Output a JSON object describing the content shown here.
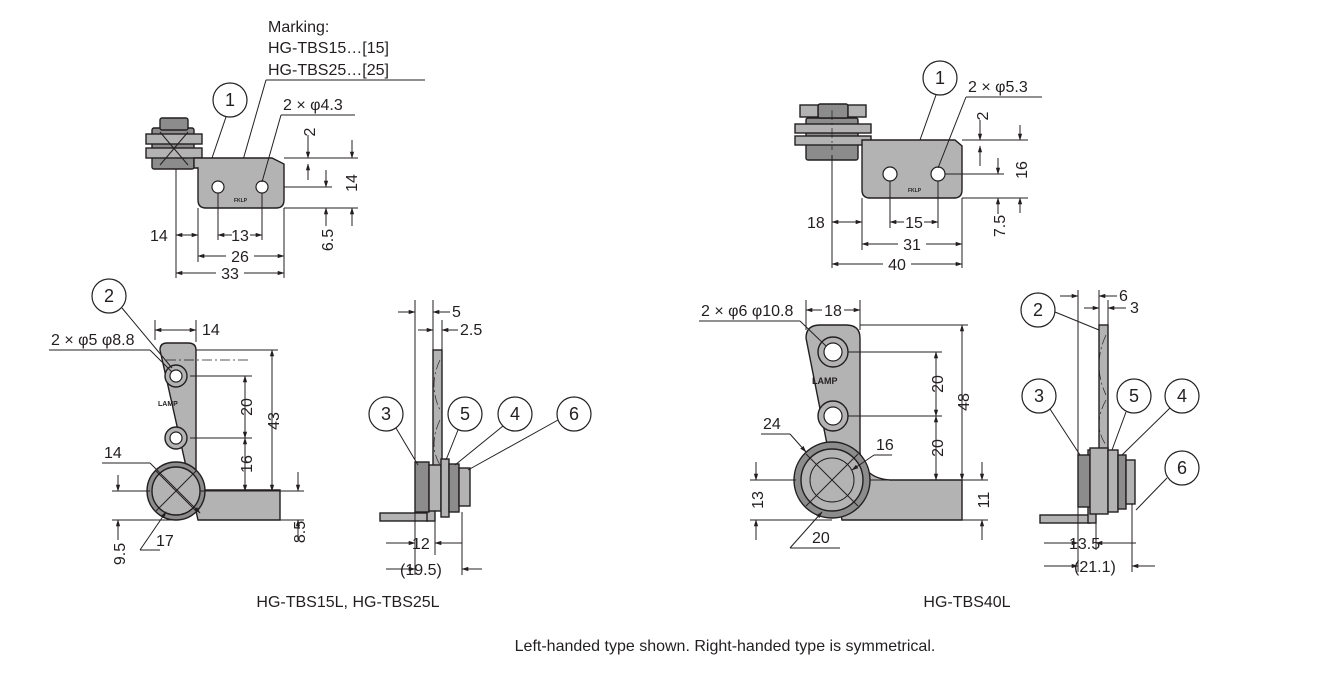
{
  "marking": {
    "title": "Marking:",
    "line1": "HG-TBS15…[15]",
    "line2": "HG-TBS25…[25]"
  },
  "small_top": {
    "callout": "1",
    "holes": "2 × φ4.3",
    "dims": {
      "d2": "2",
      "d14v": "14",
      "d65": "6.5",
      "d14h": "14",
      "d13": "13",
      "d26": "26",
      "d33": "33"
    }
  },
  "small_front": {
    "callout": "2",
    "holes": "2 × φ5 φ8.8",
    "dims": {
      "d14top": "14",
      "d20": "20",
      "d43": "43",
      "d16": "16",
      "d14r": "14",
      "d17": "17",
      "d95": "9.5",
      "d85": "8.5"
    }
  },
  "small_side": {
    "callouts": [
      "3",
      "5",
      "4",
      "6"
    ],
    "dims": {
      "d5": "5",
      "d25": "2.5",
      "d12": "12",
      "d195": "(19.5)"
    }
  },
  "large_top": {
    "callout": "1",
    "holes": "2 × φ5.3",
    "dims": {
      "d2": "2",
      "d16": "16",
      "d75": "7.5",
      "d18": "18",
      "d15": "15",
      "d31": "31",
      "d40": "40"
    }
  },
  "large_front": {
    "holes": "2 × φ6 φ10.8",
    "dims": {
      "d18": "18",
      "d20a": "20",
      "d48": "48",
      "d20b": "20",
      "d24": "24",
      "d16": "16",
      "d13": "13",
      "d20c": "20",
      "d11": "11"
    }
  },
  "large_side": {
    "callouts": [
      "2",
      "3",
      "5",
      "4",
      "6"
    ],
    "dims": {
      "d6": "6",
      "d3": "3",
      "d135": "13.5",
      "d211": "(21.1)"
    }
  },
  "models": {
    "small": "HG-TBS15L, HG-TBS25L",
    "large": "HG-TBS40L"
  },
  "note": "Left-handed type shown. Right-handed type is symmetrical."
}
